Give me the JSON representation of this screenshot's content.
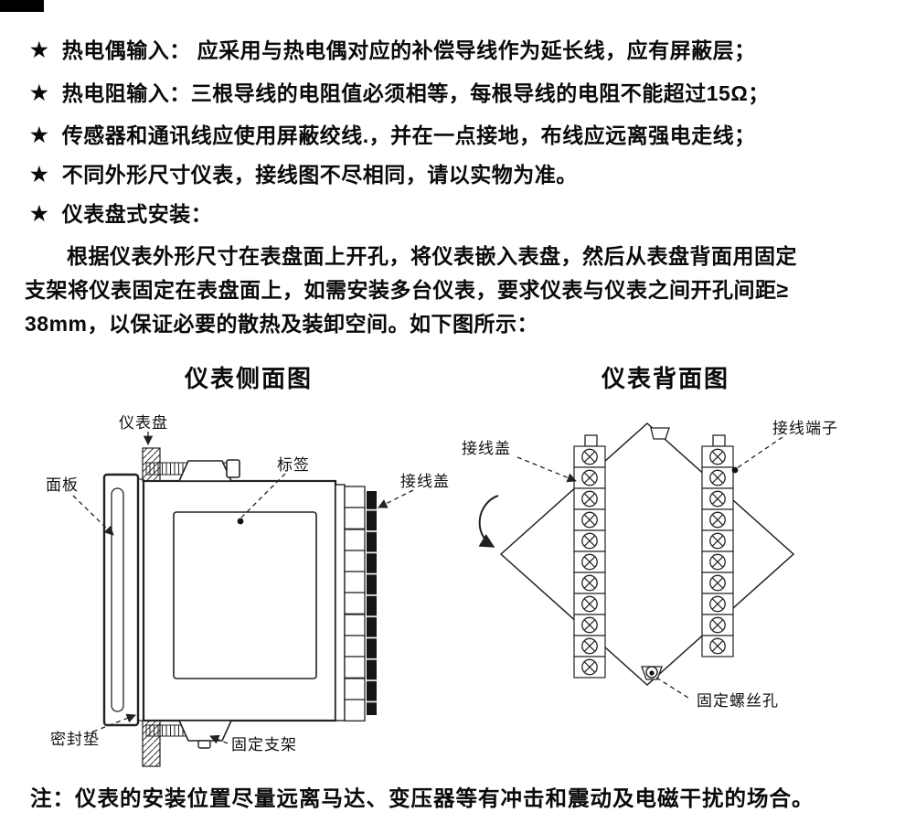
{
  "doc": {
    "star": "★",
    "bullets": [
      "热电偶输入： 应采用与热电偶对应的补偿导线作为延长线，应有屏蔽层；",
      "热电阻输入：三根导线的电阻值必须相等，每根导线的电阻不能超过15Ω；",
      "传感器和通讯线应使用屏蔽绞线.，并在一点接地，布线应远离强电走线；",
      "不同外形尺寸仪表，接线图不尽相同，请以实物为准。",
      "仪表盘式安装："
    ],
    "paragraph_lines": [
      "根据仪表外形尺寸在表盘面上开孔，将仪表嵌入表盘，然后从表盘背面用固定",
      "支架将仪表固定在表盘面上，如需安装多台仪表，要求仪表与仪表之间开孔间距≥",
      "38mm，以保证必要的散热及装卸空间。如下图所示："
    ],
    "side_view": {
      "title": "仪表侧面图",
      "labels": {
        "panel_board": "仪表盘",
        "front_panel": "面板",
        "tag": "标签",
        "terminal_cover": "接线盖",
        "gasket": "密封垫",
        "bracket": "固定支架"
      }
    },
    "back_view": {
      "title": "仪表背面图",
      "labels": {
        "terminal_cover": "接线盖",
        "terminal": "接线端子",
        "screw_hole": "固定螺丝孔"
      }
    },
    "note": "注：仪表的安装位置尽量远离马达、变压器等有冲击和震动及电磁干扰的场合。"
  }
}
